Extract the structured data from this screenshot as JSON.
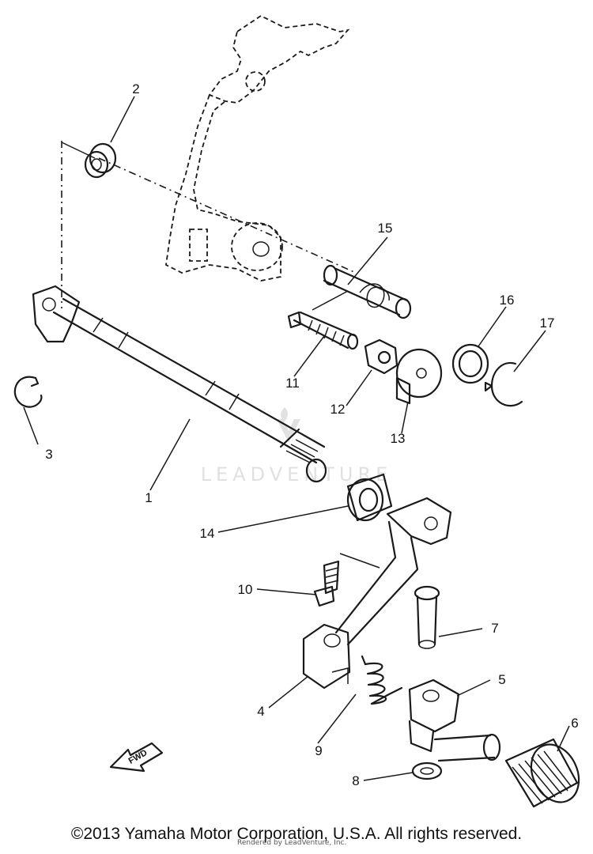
{
  "diagram": {
    "callouts": [
      "1",
      "2",
      "3",
      "4",
      "5",
      "6",
      "7",
      "8",
      "9",
      "10",
      "11",
      "12",
      "13",
      "14",
      "15",
      "16",
      "17"
    ],
    "fwd_label": "FWD",
    "watermark": "LEADVENTURE"
  },
  "footer": {
    "copyright": "©2013 Yamaha Motor Corporation, U.S.A. All rights reserved.",
    "rendered_by": "Rendered by LeadVenture, Inc."
  }
}
